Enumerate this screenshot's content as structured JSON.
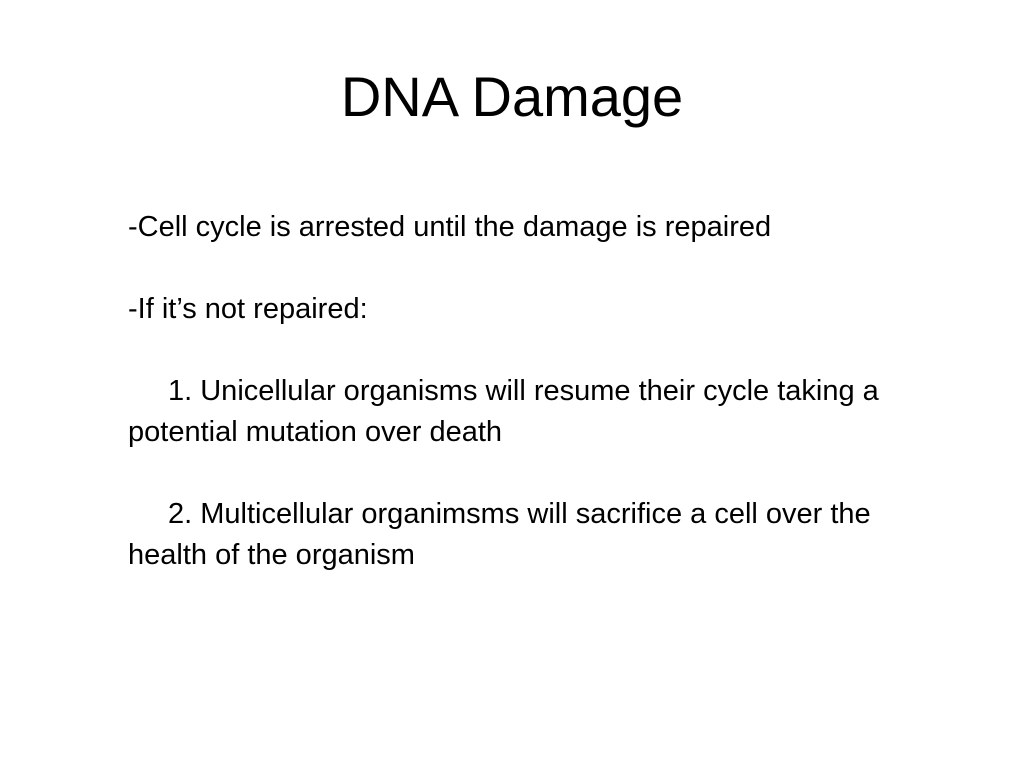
{
  "slide": {
    "title": "DNA Damage",
    "points": {
      "p1": "-Cell cycle is arrested until the damage is repaired",
      "p2": "-If it’s not repaired:",
      "item1_line1": "1.  Unicellular organisms will resume their cycle taking a",
      "item1_line2": "potential mutation over death",
      "item2_line1": "2.  Multicellular organimsms will sacrifice a cell over the",
      "item2_line2": "health of the organism"
    }
  }
}
